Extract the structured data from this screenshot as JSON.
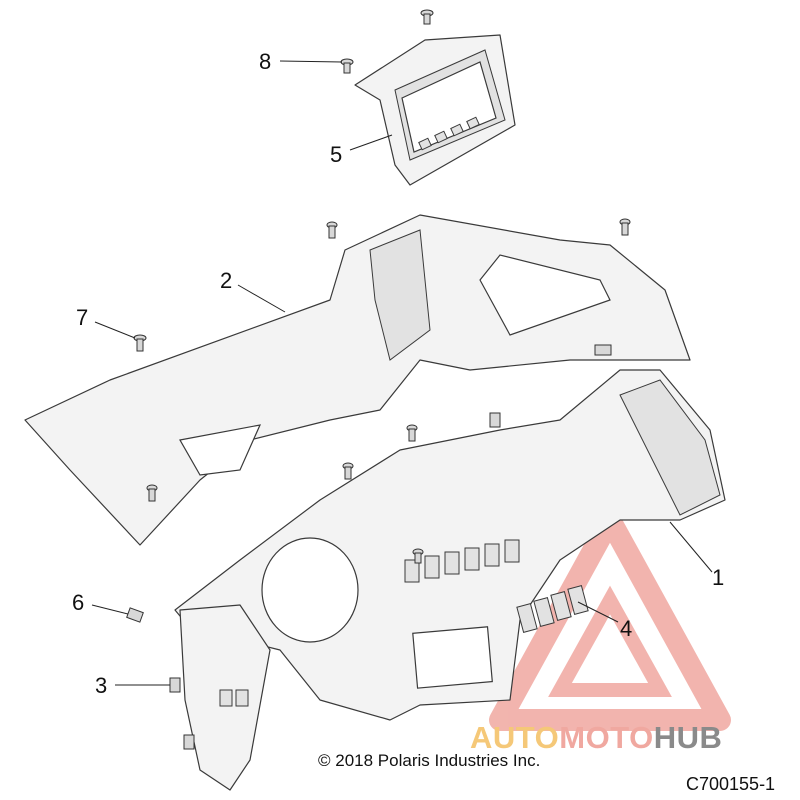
{
  "callouts": [
    {
      "id": "1",
      "label": "1"
    },
    {
      "id": "2",
      "label": "2"
    },
    {
      "id": "3",
      "label": "3"
    },
    {
      "id": "4",
      "label": "4"
    },
    {
      "id": "5",
      "label": "5"
    },
    {
      "id": "6",
      "label": "6"
    },
    {
      "id": "7",
      "label": "7"
    },
    {
      "id": "8",
      "label": "8"
    }
  ],
  "copyright": "© 2018 Polaris Industries Inc.",
  "figure_ref": "C700155-1",
  "watermark": {
    "part1": "AUTO",
    "part2": "MOTO",
    "part3": "HUB",
    "color_primary": "#f0a8a0",
    "color_secondary": "#f5c878",
    "color_tertiary": "#8a8a8a"
  }
}
